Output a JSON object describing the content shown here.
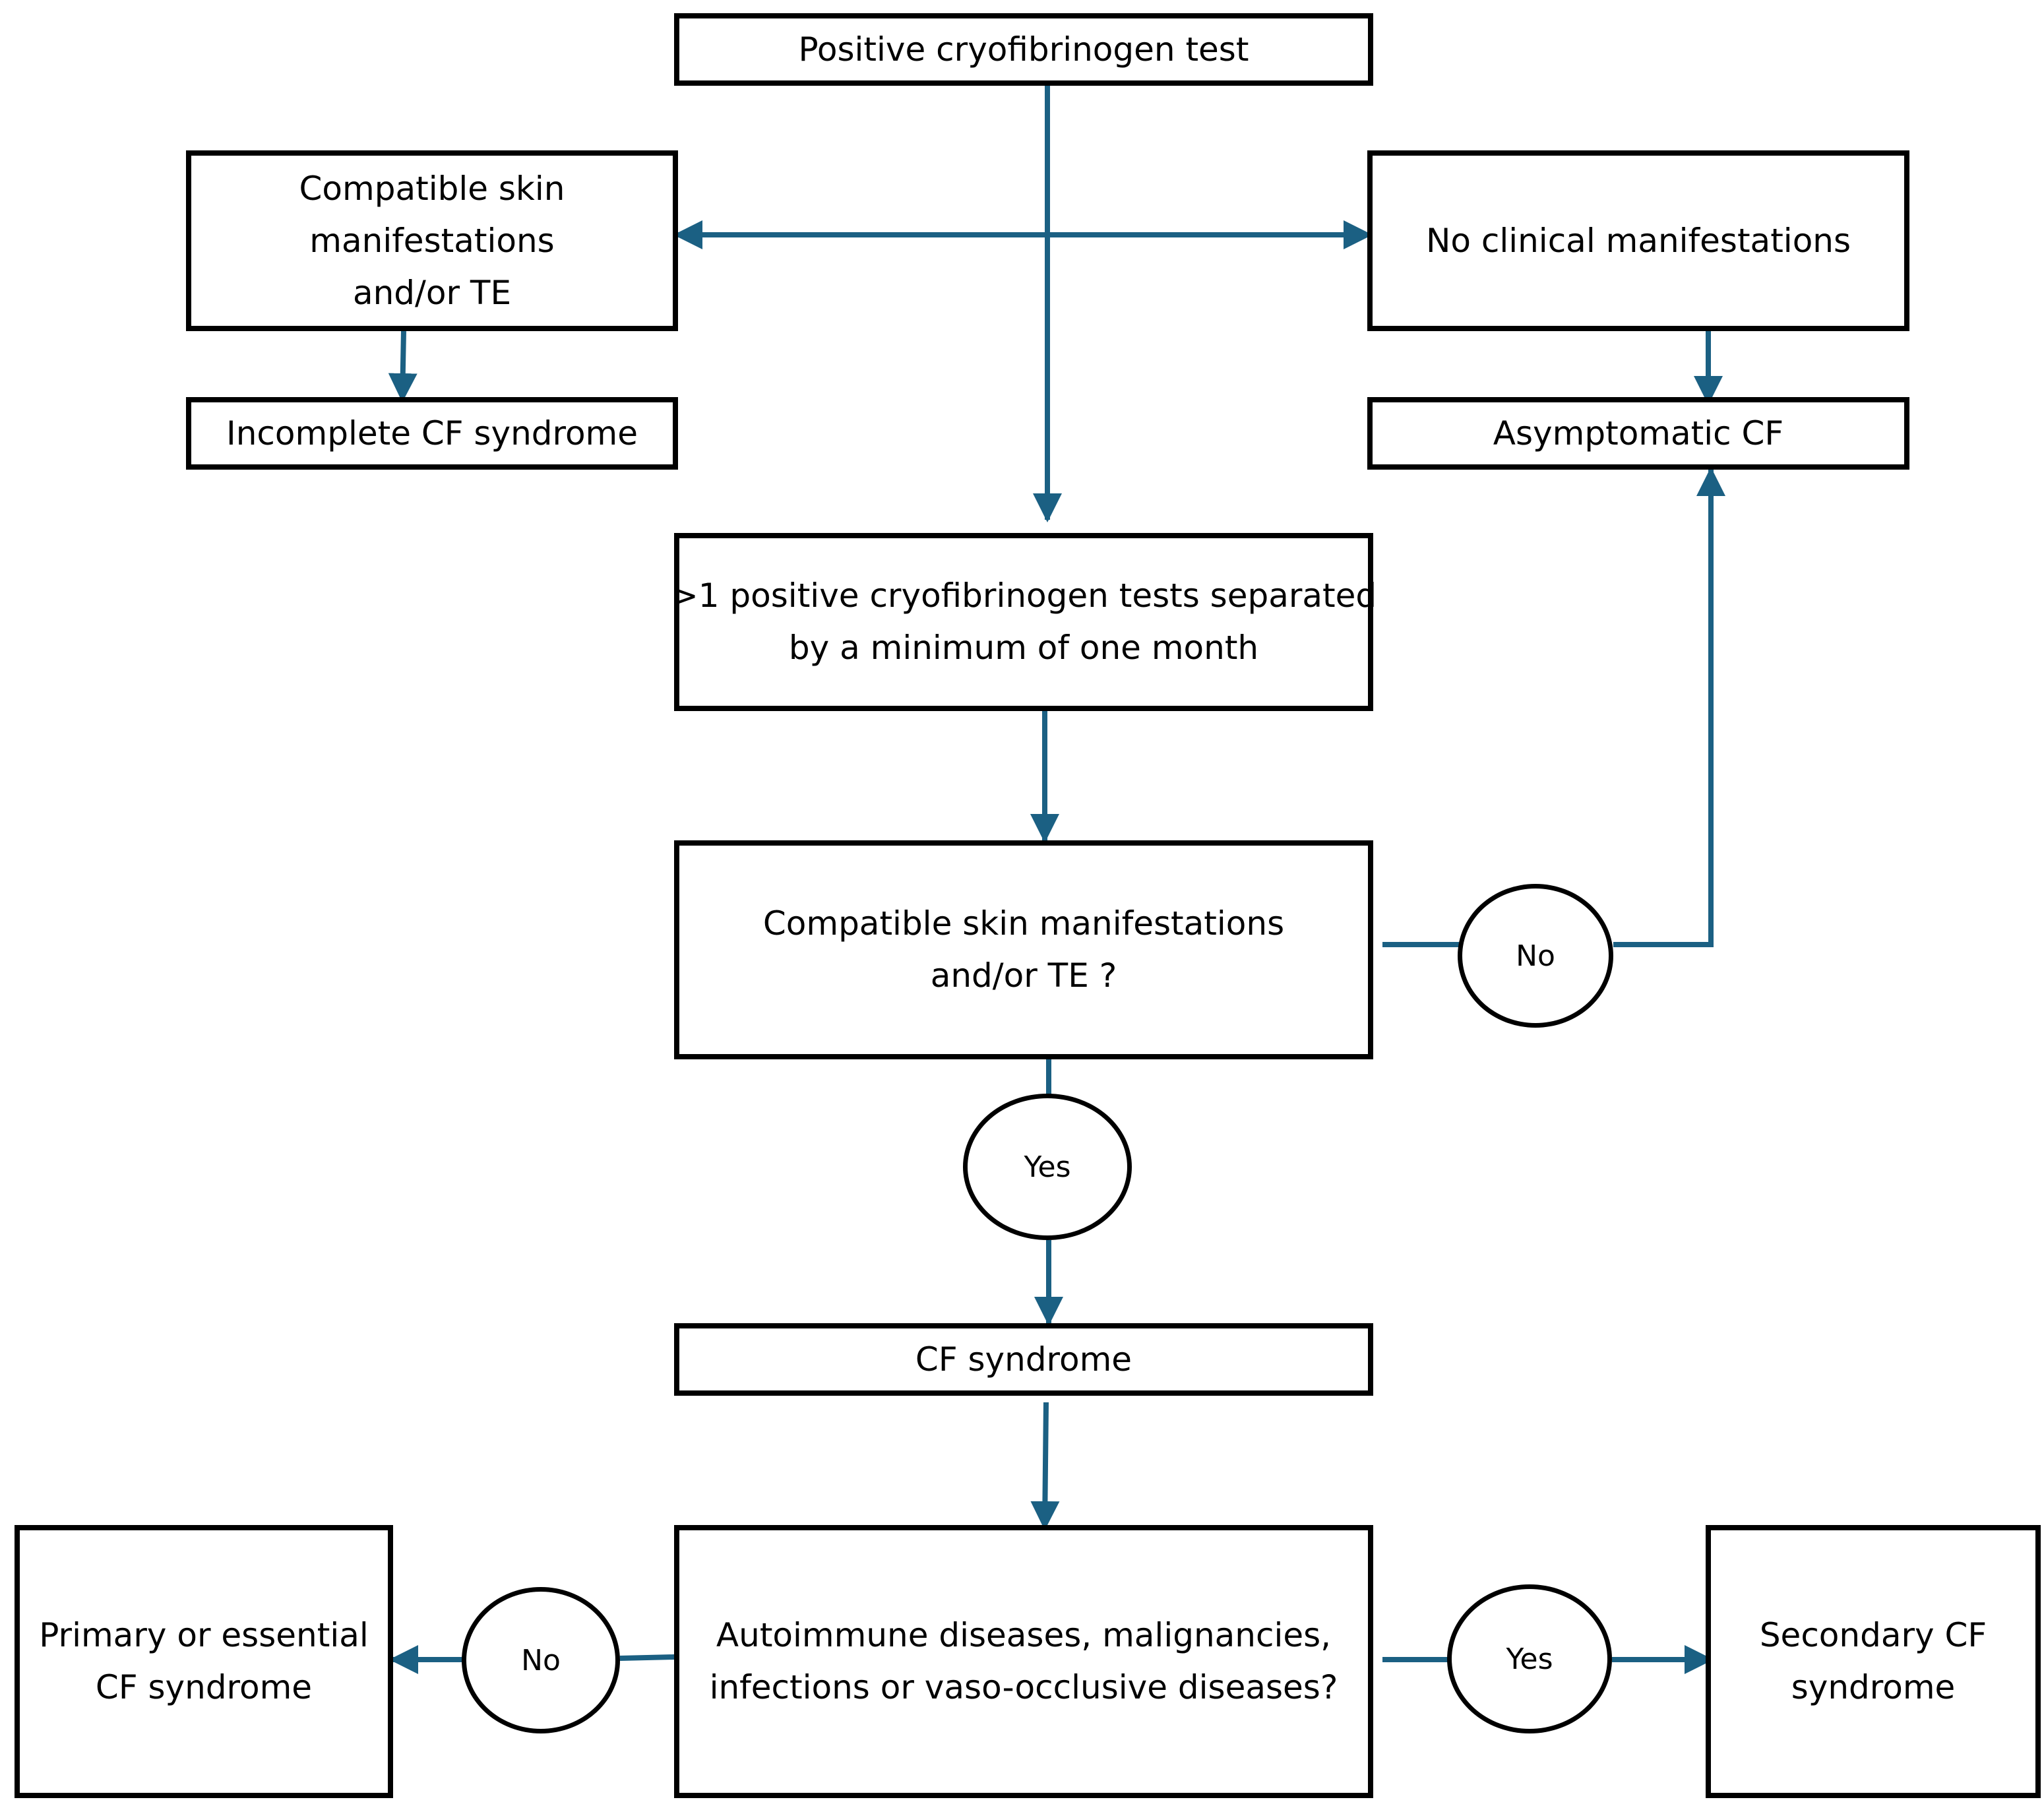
{
  "colors": {
    "arrow": "#1b6083",
    "border": "#000000",
    "background": "#ffffff"
  },
  "nodes": {
    "positive_test": {
      "text": "Positive cryofibrinogen test"
    },
    "compatible_skin_left": {
      "lines": [
        "Compatible skin",
        "manifestations",
        "and/or TE"
      ]
    },
    "no_clinical": {
      "text": "No clinical manifestations"
    },
    "incomplete_cf": {
      "text": "Incomplete CF syndrome"
    },
    "asymptomatic_cf": {
      "text": "Asymptomatic CF"
    },
    "repeated_tests": {
      "lines": [
        ">1 positive cryofibrinogen tests separated",
        "by a minimum of one month"
      ]
    },
    "compatible_question": {
      "lines": [
        "Compatible skin manifestations",
        "and/or TE ?"
      ]
    },
    "cf_syndrome": {
      "text": "CF syndrome"
    },
    "autoimmune_question": {
      "lines": [
        "Autoimmune diseases, malignancies,",
        "infections or vaso-occlusive diseases?"
      ]
    },
    "primary_cf": {
      "lines": [
        "Primary or essential",
        "CF syndrome"
      ]
    },
    "secondary_cf": {
      "lines": [
        "Secondary CF",
        "syndrome"
      ]
    }
  },
  "decisions": {
    "no_right": "No",
    "yes_down": "Yes",
    "no_left": "No",
    "yes_right": "Yes"
  }
}
